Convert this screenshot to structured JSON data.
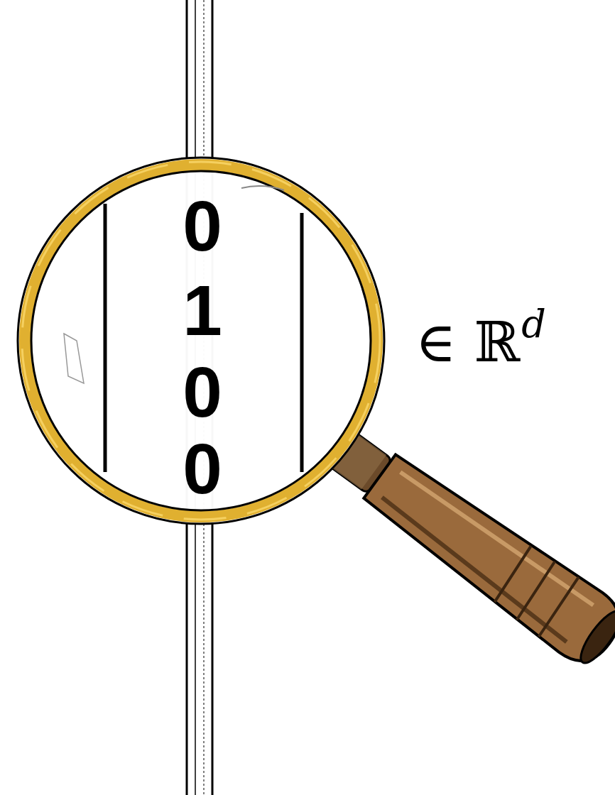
{
  "diagram": {
    "labels": [
      "0",
      "1",
      "0",
      "0",
      "∈ ℝ",
      "d"
    ]
  }
}
